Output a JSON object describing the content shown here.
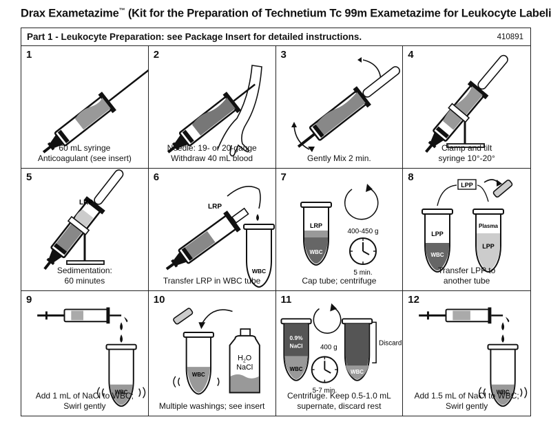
{
  "title": {
    "main": "Drax Exametazime",
    "tm": "™",
    "rest": " (Kit for the Preparation of Technetium Tc 99m Exametazime for Leukocyte Labeling)"
  },
  "header": {
    "part": "Part 1 - Leukocyte Preparation: see Package Insert for detailed instructions.",
    "code": "410891"
  },
  "steps": [
    {
      "num": "1",
      "line1": "60 mL syringe",
      "line2": "Anticoagulant (see insert)"
    },
    {
      "num": "2",
      "line1": "Needle: 19- or 20-gauge",
      "line2": "Withdraw 40 mL blood"
    },
    {
      "num": "3",
      "line1": "Gently Mix 2 min.",
      "line2": ""
    },
    {
      "num": "4",
      "line1": "Clamp and tilt",
      "line2": "syringe 10°-20°"
    },
    {
      "num": "5",
      "line1": "Sedimentation:",
      "line2": "60 minutes"
    },
    {
      "num": "6",
      "line1": "Transfer LRP in WBC tube",
      "line2": ""
    },
    {
      "num": "7",
      "line1": "Cap tube; centrifuge",
      "line2": ""
    },
    {
      "num": "8",
      "line1": "Transfer LPP to",
      "line2": "another tube"
    },
    {
      "num": "9",
      "line1": "Add 1 mL of NaCl to WBC;",
      "line2": "Swirl gently"
    },
    {
      "num": "10",
      "line1": "Multiple washings; see insert",
      "line2": ""
    },
    {
      "num": "11",
      "line1": "Centrifuge. Keep 0.5-1.0 mL",
      "line2": "supernate, discard rest"
    },
    {
      "num": "12",
      "line1": "Add 1.5 mL of NaCl to WBC;",
      "line2": "Swirl gently"
    }
  ],
  "labels": {
    "lrp": "LRP",
    "wbc": "WBC",
    "lpp": "LPP",
    "plasma": "Plasma",
    "speed7": "400-450 g",
    "time7": "5 min.",
    "speed11": "400 g",
    "time11": "5-7 min.",
    "nacl_pct": "0.9%",
    "nacl": "NaCl",
    "h2o_h": "H",
    "h2o_sub": "2",
    "h2o_o": "O",
    "discard": "Discard"
  }
}
